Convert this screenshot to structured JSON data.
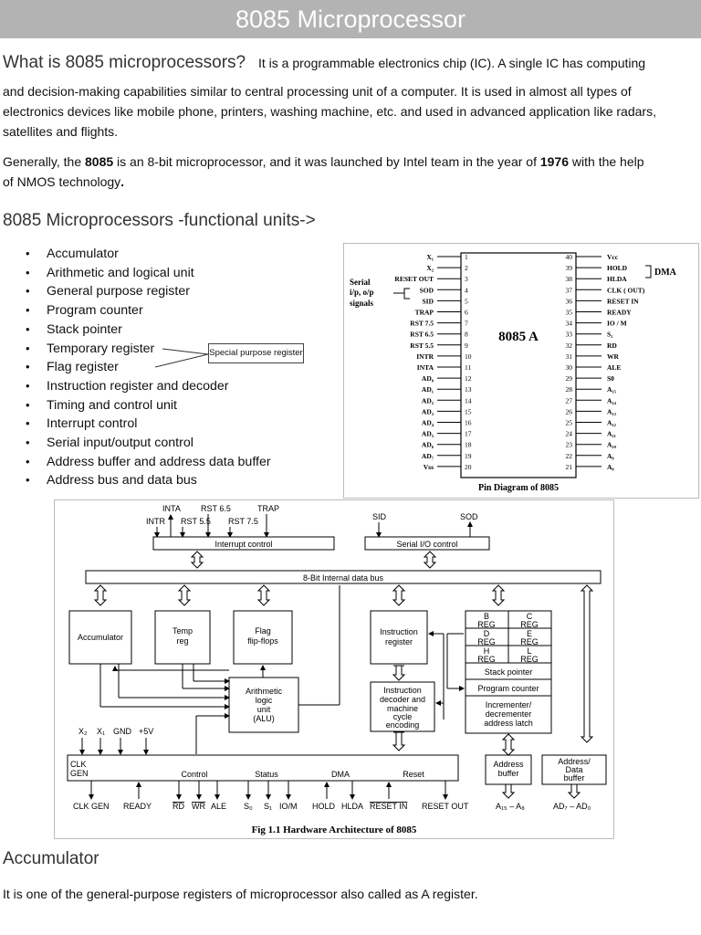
{
  "banner": {
    "title": "8085 Microprocessor"
  },
  "intro": {
    "heading": "What is 8085 microprocessors?",
    "line1": "It is a programmable electronics chip (IC). A single IC has computing",
    "line2": "and decision-making capabilities similar to central processing unit of a computer. It is used in almost all types of",
    "line3": "electronics devices like mobile phone, printers, washing machine, etc. and used in advanced application like radars,",
    "line4": "satellites and flights."
  },
  "general": {
    "text_before": "Generally, the ",
    "bold1": "8085",
    "text_mid1": " is an 8-bit microprocessor, and it was launched by Intel team in the year of ",
    "bold2": "1976",
    "text_mid2": " with the help",
    "line2": "of NMOS technology",
    "period": "."
  },
  "functional_units": {
    "heading": "8085 Microprocessors -functional units->",
    "items": [
      "Accumulator",
      "Arithmetic and logical unit",
      "General purpose register",
      "Program counter",
      "Stack pointer",
      "Temporary register",
      "Flag register",
      "Instruction register and decoder",
      "Timing and control unit",
      "Interrupt control",
      "Serial input/output control",
      "Address buffer and address data buffer",
      "Address bus and data bus"
    ],
    "callout": "Special purpose register"
  },
  "pin_diagram": {
    "chip_label": "8085 A",
    "caption": "Pin Diagram of 8085",
    "serial_label_1": "Serial",
    "serial_label_2": "i/p, o/p",
    "serial_label_3": "signals",
    "left_pins": [
      {
        "n": "1",
        "name": "X₁"
      },
      {
        "n": "2",
        "name": "X₂"
      },
      {
        "n": "3",
        "name": "RESET OUT"
      },
      {
        "n": "4",
        "name": "SOD"
      },
      {
        "n": "5",
        "name": "SID"
      },
      {
        "n": "6",
        "name": "TRAP"
      },
      {
        "n": "7",
        "name": "RST 7.5"
      },
      {
        "n": "8",
        "name": "RST 6.5"
      },
      {
        "n": "9",
        "name": "RST 5.5"
      },
      {
        "n": "10",
        "name": "INTR"
      },
      {
        "n": "11",
        "name": "INTA"
      },
      {
        "n": "12",
        "name": "AD₀"
      },
      {
        "n": "13",
        "name": "AD₁"
      },
      {
        "n": "14",
        "name": "AD₂"
      },
      {
        "n": "15",
        "name": "AD₃"
      },
      {
        "n": "16",
        "name": "AD₄"
      },
      {
        "n": "17",
        "name": "AD₅"
      },
      {
        "n": "18",
        "name": "AD₆"
      },
      {
        "n": "19",
        "name": "AD₇"
      },
      {
        "n": "20",
        "name": "Vss"
      }
    ],
    "right_pins": [
      {
        "n": "40",
        "name": "Vcc"
      },
      {
        "n": "39",
        "name": "HOLD"
      },
      {
        "n": "38",
        "name": "HLDA"
      },
      {
        "n": "37",
        "name": "CLK ( OUT)"
      },
      {
        "n": "36",
        "name": "RESET IN"
      },
      {
        "n": "35",
        "name": "READY"
      },
      {
        "n": "34",
        "name": "IO / M"
      },
      {
        "n": "33",
        "name": "S₁"
      },
      {
        "n": "32",
        "name": "RD"
      },
      {
        "n": "31",
        "name": "WR"
      },
      {
        "n": "30",
        "name": "ALE"
      },
      {
        "n": "29",
        "name": "S0"
      },
      {
        "n": "28",
        "name": "A₁₅"
      },
      {
        "n": "27",
        "name": "A₁₄"
      },
      {
        "n": "26",
        "name": "A₁₃"
      },
      {
        "n": "25",
        "name": "A₁₂"
      },
      {
        "n": "24",
        "name": "A₁₁"
      },
      {
        "n": "23",
        "name": "A₁₀"
      },
      {
        "n": "22",
        "name": "A₉"
      },
      {
        "n": "21",
        "name": "A₈"
      }
    ],
    "dma_label": "DMA"
  },
  "architecture": {
    "caption": "Fig 1.1 Hardware Architecture of 8085",
    "interrupt_inputs": [
      "INTA",
      "RST 6.5",
      "TRAP",
      "INTR",
      "RST 5.5",
      "RST 7.5"
    ],
    "serial_inputs": [
      "SID",
      "SOD"
    ],
    "interrupt_control": "Interrupt control",
    "serial_control": "Serial I/O control",
    "data_bus": "8-Bit Internal data bus",
    "accumulator": "Accumulator",
    "temp_reg": [
      "Temp",
      "reg"
    ],
    "flag": [
      "Flag",
      "flip-flops"
    ],
    "alu": [
      "Arithmetic",
      "logic",
      "unit",
      "(ALU)"
    ],
    "instruction_register": [
      "Instruction",
      "register"
    ],
    "decoder": [
      "Instruction",
      "decoder and",
      "machine",
      "cycle",
      "encoding"
    ],
    "registers": [
      "B",
      "REG",
      "C",
      "REG",
      "D",
      "REG",
      "E",
      "REG",
      "H",
      "REG",
      "L",
      "REG"
    ],
    "stack_pointer": "Stack pointer",
    "program_counter": "Program counter",
    "incrementer": [
      "Incrementer/",
      "decrementer",
      "address latch"
    ],
    "address_buffer": [
      "Address",
      "buffer"
    ],
    "address_data_buffer": [
      "Address/",
      "Data",
      "buffer"
    ],
    "clock_inputs": [
      "X₂",
      "X₁",
      "GND",
      "+5V"
    ],
    "clk_gen": [
      "CLK",
      "GEN"
    ],
    "timing_groups": [
      "Control",
      "Status",
      "DMA",
      "Reset"
    ],
    "bottom_signals": [
      "CLK GEN",
      "READY",
      "RD",
      "WR",
      "ALE",
      "S₀",
      "S₁",
      "IO/M",
      "HOLD",
      "HLDA",
      "RESET IN",
      "RESET OUT"
    ],
    "addr_bus": "A₁₅ – A₈",
    "data_bus_label": "AD₇ – AD₀"
  },
  "accumulator_section": {
    "heading": "Accumulator",
    "text": "It is one of the general-purpose registers of microprocessor also called as A register."
  }
}
